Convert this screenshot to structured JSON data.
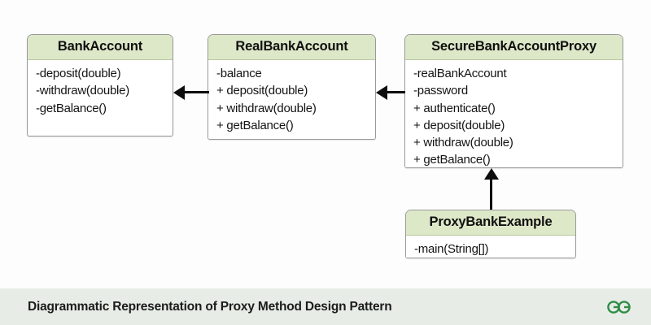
{
  "diagram": {
    "type": "uml-class-diagram",
    "background_color": "#fdfdfd",
    "header_color": "#dde8c8",
    "border_color": "#9a9a9a",
    "classes": [
      {
        "id": "bank-account",
        "name": "BankAccount",
        "members": [
          "-deposit(double)",
          "-withdraw(double)",
          "-getBalance()"
        ]
      },
      {
        "id": "real-bank-account",
        "name": "RealBankAccount",
        "members": [
          "-balance",
          "+ deposit(double)",
          "+ withdraw(double)",
          "+ getBalance()"
        ]
      },
      {
        "id": "secure-bank-account-proxy",
        "name": "SecureBankAccountProxy",
        "members": [
          "-realBankAccount",
          "-password",
          "+ authenticate()",
          "+ deposit(double)",
          "+ withdraw(double)",
          "+ getBalance()"
        ]
      },
      {
        "id": "proxy-bank-example",
        "name": "ProxyBankExample",
        "members": [
          "-main(String[])"
        ]
      }
    ],
    "connectors": [
      {
        "id": "real-to-bank",
        "from": "real-bank-account",
        "to": "bank-account",
        "direction": "left"
      },
      {
        "id": "proxy-to-real",
        "from": "secure-bank-account-proxy",
        "to": "real-bank-account",
        "direction": "left"
      },
      {
        "id": "example-to-proxy",
        "from": "proxy-bank-example",
        "to": "secure-bank-account-proxy",
        "direction": "up"
      }
    ]
  },
  "footer": {
    "caption": "Diagrammatic Representation of Proxy Method Design Pattern",
    "background_color": "#e7ece7",
    "logo": {
      "name": "geeksforgeeks-logo",
      "color": "#2f8d46",
      "text": "GG"
    }
  }
}
